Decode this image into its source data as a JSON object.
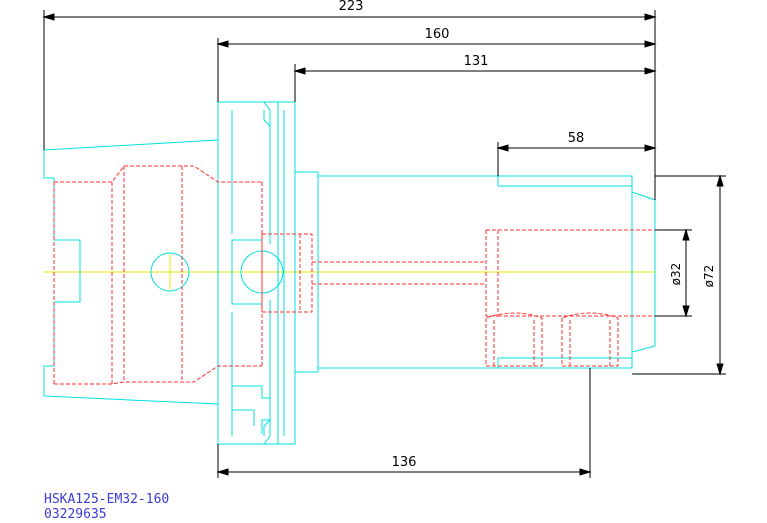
{
  "diagram": {
    "title_line1": "HSKA125-EM32-160",
    "title_line2": "03229635",
    "dimensions": {
      "overall_length": "223",
      "length_160": "160",
      "length_131": "131",
      "length_58": "58",
      "length_136": "136",
      "diameter_32": "ø32",
      "diameter_72": "ø72"
    },
    "colors": {
      "outline": "#00e0e0",
      "hidden": "#ff3030",
      "centerline": "#e8e800",
      "dimension": "#000000",
      "caption": "#3b3bd6"
    }
  }
}
